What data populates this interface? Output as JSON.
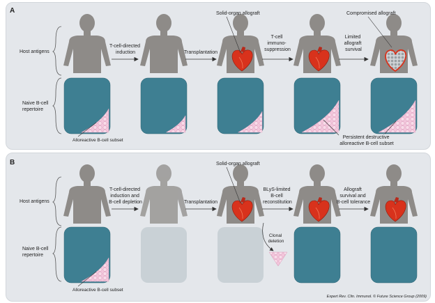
{
  "panels": [
    {
      "letter": "A",
      "row_labels": {
        "host": "Host antigens",
        "naive_line1": "Naive B-cell",
        "naive_line2": "repertoire"
      },
      "arrows": [
        {
          "lines": [
            "T-cell-directed",
            "induction"
          ]
        },
        {
          "lines": [
            "Transplantation"
          ]
        },
        {
          "lines": [
            "T-cell",
            "immuno-",
            "suppression"
          ]
        },
        {
          "lines": [
            "Limited",
            "allograft",
            "survival"
          ]
        }
      ],
      "callouts": {
        "allograft": "Solid-organ allograft",
        "compromised": "Compromised allograft",
        "subset": "Alloreactive B-cell subset",
        "persistent_line1": "Persistent destructive",
        "persistent_line2": "alloreactive B-cell subset"
      }
    },
    {
      "letter": "B",
      "row_labels": {
        "host": "Host antigens",
        "naive_line1": "Naive B-cell",
        "naive_line2": "repertoire"
      },
      "arrows": [
        {
          "lines": [
            "T-cell-directed",
            "induction and",
            "B-cell depletion"
          ]
        },
        {
          "lines": [
            "Transplantation"
          ]
        },
        {
          "lines": [
            "BLyS-limited",
            "B-cell",
            "reconstitution"
          ]
        },
        {
          "lines": [
            "Allograft",
            "survival and",
            "B-cell tolerance"
          ]
        }
      ],
      "callouts": {
        "allograft": "Solid-organ allograft",
        "subset": "Alloreactive B-cell subset",
        "clonal_line1": "Clonal",
        "clonal_line2": "deletion"
      }
    }
  ],
  "credit": "Expert Rev. Clin. Immunol. © Future Science Group (2009)",
  "colors": {
    "figure": "#8e8b88",
    "repertoire": "#3e7f92",
    "depleted": "#c9d1d6",
    "cells": "#f3c6dc",
    "heart": "#d8321c",
    "panel": "#e4e7eb"
  }
}
